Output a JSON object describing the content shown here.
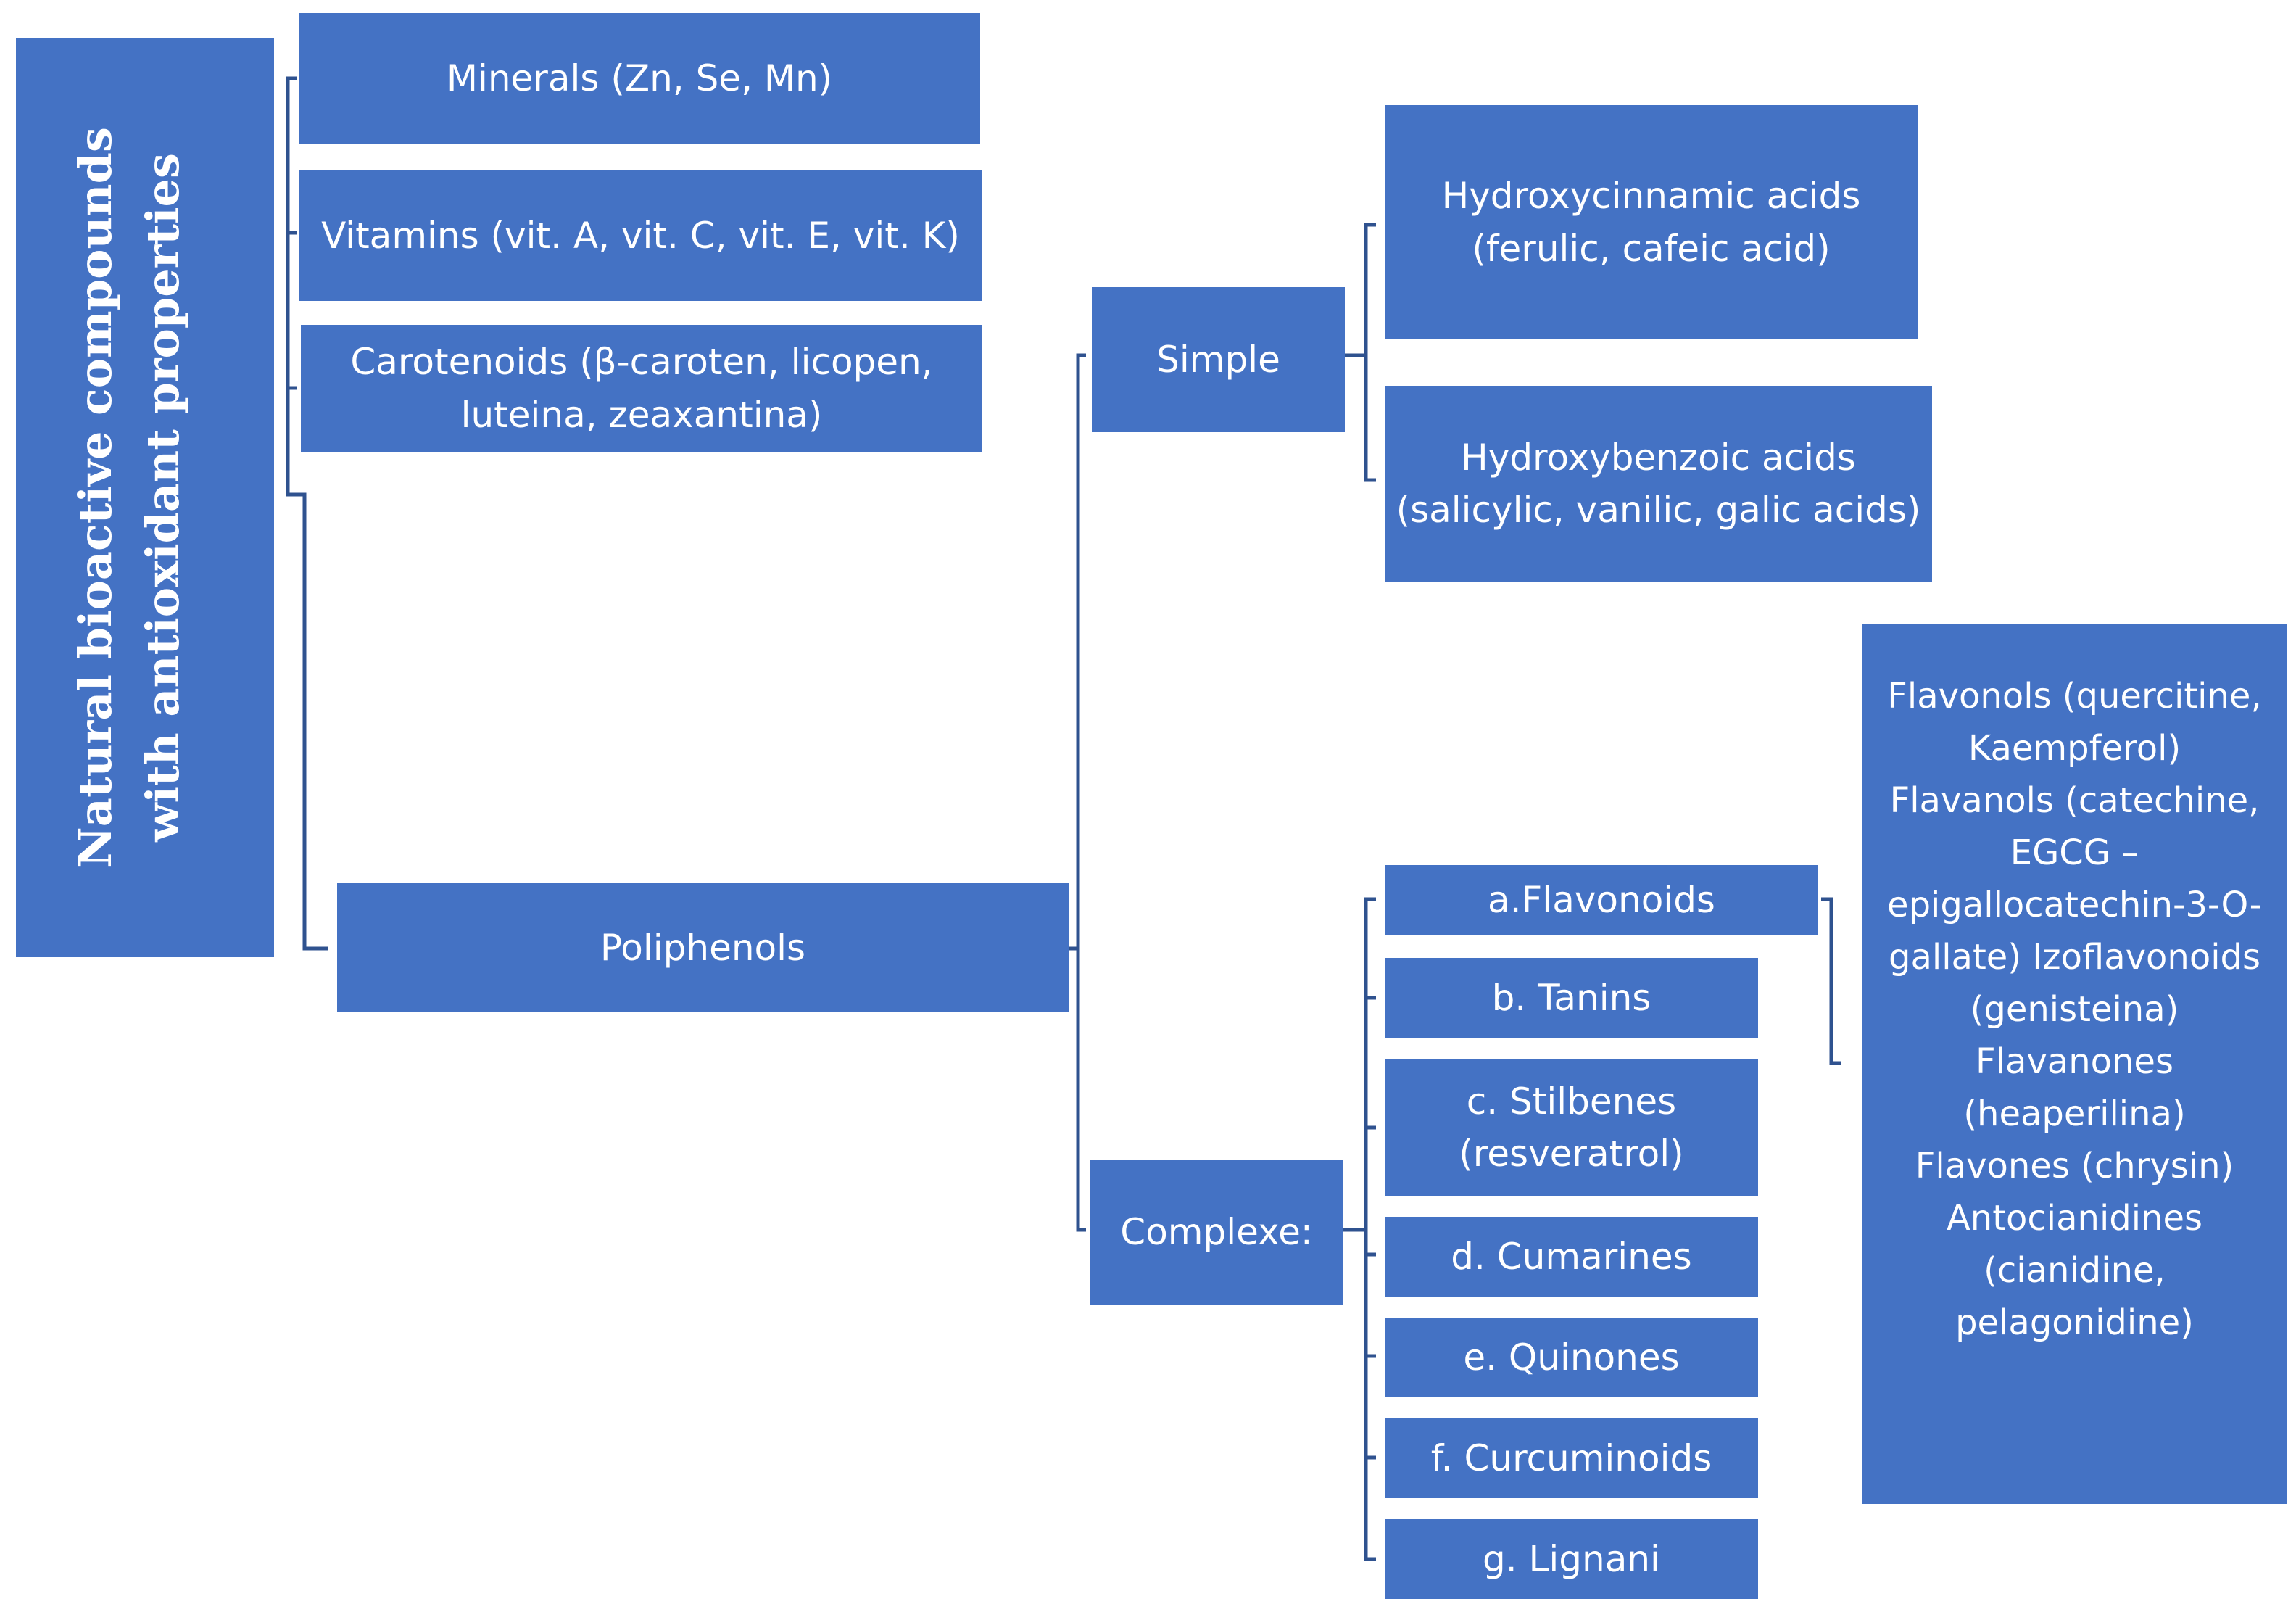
{
  "root": {
    "label": "Natural bioactive compounds\nwith antioxidant properties"
  },
  "categories": {
    "minerals": "Minerals (Zn, Se, Mn)",
    "vitamins": "Vitamins (vit. A, vit. C, vit. E, vit. K)",
    "carotenoids": "Carotenoids (β-caroten, licopen,\nluteina, zeaxantina)",
    "poliphenols": "Poliphenols"
  },
  "poliphenol_types": {
    "simple": "Simple",
    "complexe": "Complexe:"
  },
  "simple_items": {
    "hydroxycinnamic": "Hydroxycinnamic acids\n(ferulic, cafeic acid)",
    "hydroxybenzoic": "Hydroxybenzoic acids\n(salicylic, vanilic, galic acids)"
  },
  "complexe_items": [
    "a.Flavonoids",
    "b. Tanins",
    "c. Stilbenes\n(resveratrol)",
    "d. Cumarines",
    "e. Quinones",
    "f. Curcuminoids",
    "g. Lignani"
  ],
  "flavonoid_details": "Flavonols (quercitine,\nKaempferol)\nFlavanols (catechine,\nEGCG –\nepigallocatechin-3-O-\ngallate) Izoflavonoids\n(genisteina)\nFlavanones\n(heaperilina)\nFlavones (chrysin)\nAntocianidines\n(cianidine,\npelagonidine)"
}
